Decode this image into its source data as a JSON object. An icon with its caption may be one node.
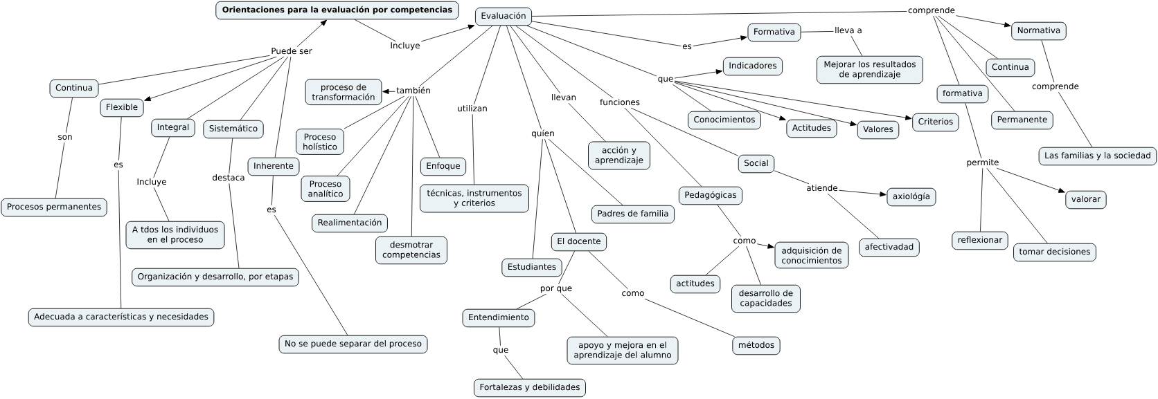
{
  "diagram": {
    "nodes": [
      {
        "text": [
          "Orientaciones para la evaluación por competencias"
        ]
      },
      {
        "text": [
          "Evaluación"
        ]
      },
      {
        "text": [
          "comprende"
        ]
      },
      {
        "text": [
          "Formativa"
        ]
      },
      {
        "text": [
          "lleva a"
        ]
      },
      {
        "text": [
          "Normativa"
        ]
      },
      {
        "text": [
          "Incluye"
        ]
      },
      {
        "text": [
          "es"
        ]
      },
      {
        "text": [
          "Puede ser"
        ]
      },
      {
        "text": [
          "Indicadores"
        ]
      },
      {
        "text": [
          "Continua"
        ]
      },
      {
        "text": [
          "Mejorar los resultados de aprendizaje"
        ]
      },
      {
        "text": [
          "que"
        ]
      },
      {
        "text": [
          "Continua"
        ]
      },
      {
        "text": [
          "comprende"
        ]
      },
      {
        "text": [
          "también"
        ]
      },
      {
        "text": [
          "proceso de transformación"
        ]
      },
      {
        "text": [
          "formativa"
        ]
      },
      {
        "text": [
          "llevan"
        ]
      },
      {
        "text": [
          "funciones"
        ]
      },
      {
        "text": [
          "Flexible"
        ]
      },
      {
        "text": [
          "utilizan"
        ]
      },
      {
        "text": [
          "Conocimientos"
        ]
      },
      {
        "text": [
          "Permanente"
        ]
      },
      {
        "text": [
          "Criterios"
        ]
      },
      {
        "text": [
          "Actitudes"
        ]
      },
      {
        "text": [
          "Integral"
        ]
      },
      {
        "text": [
          "Sistemático"
        ]
      },
      {
        "text": [
          "Valores"
        ]
      },
      {
        "text": [
          "quíen"
        ]
      },
      {
        "text": [
          "son"
        ]
      },
      {
        "text": [
          "Proceso holístico"
        ]
      },
      {
        "text": [
          "acción y aprendizaje"
        ]
      },
      {
        "text": [
          "Las familias y la sociedad"
        ]
      },
      {
        "text": [
          "permite"
        ]
      },
      {
        "text": [
          "Social"
        ]
      },
      {
        "text": [
          "es"
        ]
      },
      {
        "text": [
          "Enfoque"
        ]
      },
      {
        "text": [
          "Inherente"
        ]
      },
      {
        "text": [
          "destaca"
        ]
      },
      {
        "text": [
          "Incluye"
        ]
      },
      {
        "text": [
          "atiende"
        ]
      },
      {
        "text": [
          "Proceso analítico"
        ]
      },
      {
        "text": [
          "Pedagógicas"
        ]
      },
      {
        "text": [
          "axiológía"
        ]
      },
      {
        "text": [
          "técnicas, instrumentos y criterios"
        ]
      },
      {
        "text": [
          "valorar"
        ]
      },
      {
        "text": [
          "Procesos permanentes"
        ]
      },
      {
        "text": [
          "es"
        ]
      },
      {
        "text": [
          "Padres de familia"
        ]
      },
      {
        "text": [
          "Realimentación"
        ]
      },
      {
        "text": [
          "A tdos los individuos en el proceso"
        ]
      },
      {
        "text": [
          "reflexionar"
        ]
      },
      {
        "text": [
          "como"
        ]
      },
      {
        "text": [
          "El docente"
        ]
      },
      {
        "text": [
          "desmotrar competencias"
        ]
      },
      {
        "text": [
          "afectivadad"
        ]
      },
      {
        "text": [
          "tomar decisiones"
        ]
      },
      {
        "text": [
          "adquisición de conocimientos"
        ]
      },
      {
        "text": [
          "Estudiantes"
        ]
      },
      {
        "text": [
          "Organización y desarrollo, por etapas"
        ]
      },
      {
        "text": [
          "actitudes"
        ]
      },
      {
        "text": [
          "por que"
        ]
      },
      {
        "text": [
          "como"
        ]
      },
      {
        "text": [
          "desarrollo de capacidades"
        ]
      },
      {
        "text": [
          "Adecuada a características y necesidades"
        ]
      },
      {
        "text": [
          "Entendimiento"
        ]
      },
      {
        "text": [
          "No se puede separar del proceso"
        ]
      },
      {
        "text": [
          "métodos"
        ]
      },
      {
        "text": [
          "apoyo y mejora en el aprendizaje del alumno"
        ]
      },
      {
        "text": [
          "que"
        ]
      },
      {
        "text": [
          "Fortalezas y debilidades"
        ]
      }
    ],
    "edges": [
      {
        "from": 0,
        "to": 6,
        "arrow": "none"
      },
      {
        "from": 6,
        "to": 1,
        "arrow": "to"
      },
      {
        "from": 8,
        "to": 0,
        "arrow": "to"
      },
      {
        "from": 8,
        "to": 13,
        "arrow": "none"
      },
      {
        "from": 8,
        "to": 20,
        "arrow": "to"
      },
      {
        "from": 8,
        "to": 26,
        "arrow": "none"
      },
      {
        "from": 8,
        "to": 27,
        "arrow": "none"
      },
      {
        "from": 8,
        "to": 38,
        "arrow": "none"
      },
      {
        "from": 13,
        "to": 30,
        "arrow": "none"
      },
      {
        "from": 30,
        "to": 47,
        "arrow": "none"
      },
      {
        "from": 20,
        "to": 36,
        "arrow": "none"
      },
      {
        "from": 36,
        "to": 65,
        "arrow": "none"
      },
      {
        "from": 26,
        "to": 40,
        "arrow": "none"
      },
      {
        "from": 40,
        "to": 51,
        "arrow": "none"
      },
      {
        "from": 27,
        "to": 39,
        "arrow": "none"
      },
      {
        "from": 39,
        "to": 60,
        "arrow": "none"
      },
      {
        "from": 38,
        "to": 48,
        "arrow": "none"
      },
      {
        "from": 48,
        "to": 67,
        "arrow": "none"
      },
      {
        "from": 1,
        "to": 15,
        "arrow": "none"
      },
      {
        "from": 15,
        "to": 16,
        "arrow": "to"
      },
      {
        "from": 15,
        "to": 31,
        "arrow": "none"
      },
      {
        "from": 15,
        "to": 42,
        "arrow": "none"
      },
      {
        "from": 15,
        "to": 50,
        "arrow": "none"
      },
      {
        "from": 15,
        "to": 55,
        "arrow": "none"
      },
      {
        "from": 15,
        "to": 37,
        "arrow": "none"
      },
      {
        "from": 1,
        "to": 21,
        "arrow": "none"
      },
      {
        "from": 21,
        "to": 45,
        "arrow": "none"
      },
      {
        "from": 1,
        "to": 29,
        "arrow": "none"
      },
      {
        "from": 29,
        "to": 59,
        "arrow": "none"
      },
      {
        "from": 29,
        "to": 54,
        "arrow": "none"
      },
      {
        "from": 29,
        "to": 49,
        "arrow": "none"
      },
      {
        "from": 1,
        "to": 18,
        "arrow": "none"
      },
      {
        "from": 18,
        "to": 32,
        "arrow": "none"
      },
      {
        "from": 1,
        "to": 19,
        "arrow": "none"
      },
      {
        "from": 19,
        "to": 43,
        "arrow": "none"
      },
      {
        "from": 19,
        "to": 35,
        "arrow": "none"
      },
      {
        "from": 1,
        "to": 12,
        "arrow": "none"
      },
      {
        "from": 12,
        "to": 9,
        "arrow": "to"
      },
      {
        "from": 12,
        "to": 22,
        "arrow": "none"
      },
      {
        "from": 12,
        "to": 25,
        "arrow": "to"
      },
      {
        "from": 12,
        "to": 28,
        "arrow": "to"
      },
      {
        "from": 12,
        "to": 24,
        "arrow": "to"
      },
      {
        "from": 1,
        "to": 7,
        "arrow": "none"
      },
      {
        "from": 7,
        "to": 3,
        "arrow": "to"
      },
      {
        "from": 3,
        "to": 4,
        "arrow": "none"
      },
      {
        "from": 4,
        "to": 11,
        "arrow": "none"
      },
      {
        "from": 1,
        "to": 2,
        "arrow": "none"
      },
      {
        "from": 2,
        "to": 5,
        "arrow": "to"
      },
      {
        "from": 2,
        "to": 10,
        "arrow": "none"
      },
      {
        "from": 2,
        "to": 17,
        "arrow": "none"
      },
      {
        "from": 2,
        "to": 23,
        "arrow": "none"
      },
      {
        "from": 5,
        "to": 14,
        "arrow": "none"
      },
      {
        "from": 14,
        "to": 33,
        "arrow": "none"
      },
      {
        "from": 17,
        "to": 34,
        "arrow": "none"
      },
      {
        "from": 34,
        "to": 46,
        "arrow": "to"
      },
      {
        "from": 34,
        "to": 52,
        "arrow": "none"
      },
      {
        "from": 34,
        "to": 57,
        "arrow": "none"
      },
      {
        "from": 35,
        "to": 41,
        "arrow": "none"
      },
      {
        "from": 41,
        "to": 44,
        "arrow": "to"
      },
      {
        "from": 41,
        "to": 56,
        "arrow": "none"
      },
      {
        "from": 43,
        "to": 53,
        "arrow": "none"
      },
      {
        "from": 53,
        "to": 58,
        "arrow": "to"
      },
      {
        "from": 53,
        "to": 61,
        "arrow": "none"
      },
      {
        "from": 53,
        "to": 64,
        "arrow": "none"
      },
      {
        "from": 54,
        "to": 62,
        "arrow": "none"
      },
      {
        "from": 62,
        "to": 66,
        "arrow": "none"
      },
      {
        "from": 62,
        "to": 69,
        "arrow": "none"
      },
      {
        "from": 54,
        "to": 63,
        "arrow": "none"
      },
      {
        "from": 63,
        "to": 68,
        "arrow": "none"
      },
      {
        "from": 66,
        "to": 70,
        "arrow": "none"
      },
      {
        "from": 70,
        "to": 71,
        "arrow": "none"
      }
    ]
  }
}
